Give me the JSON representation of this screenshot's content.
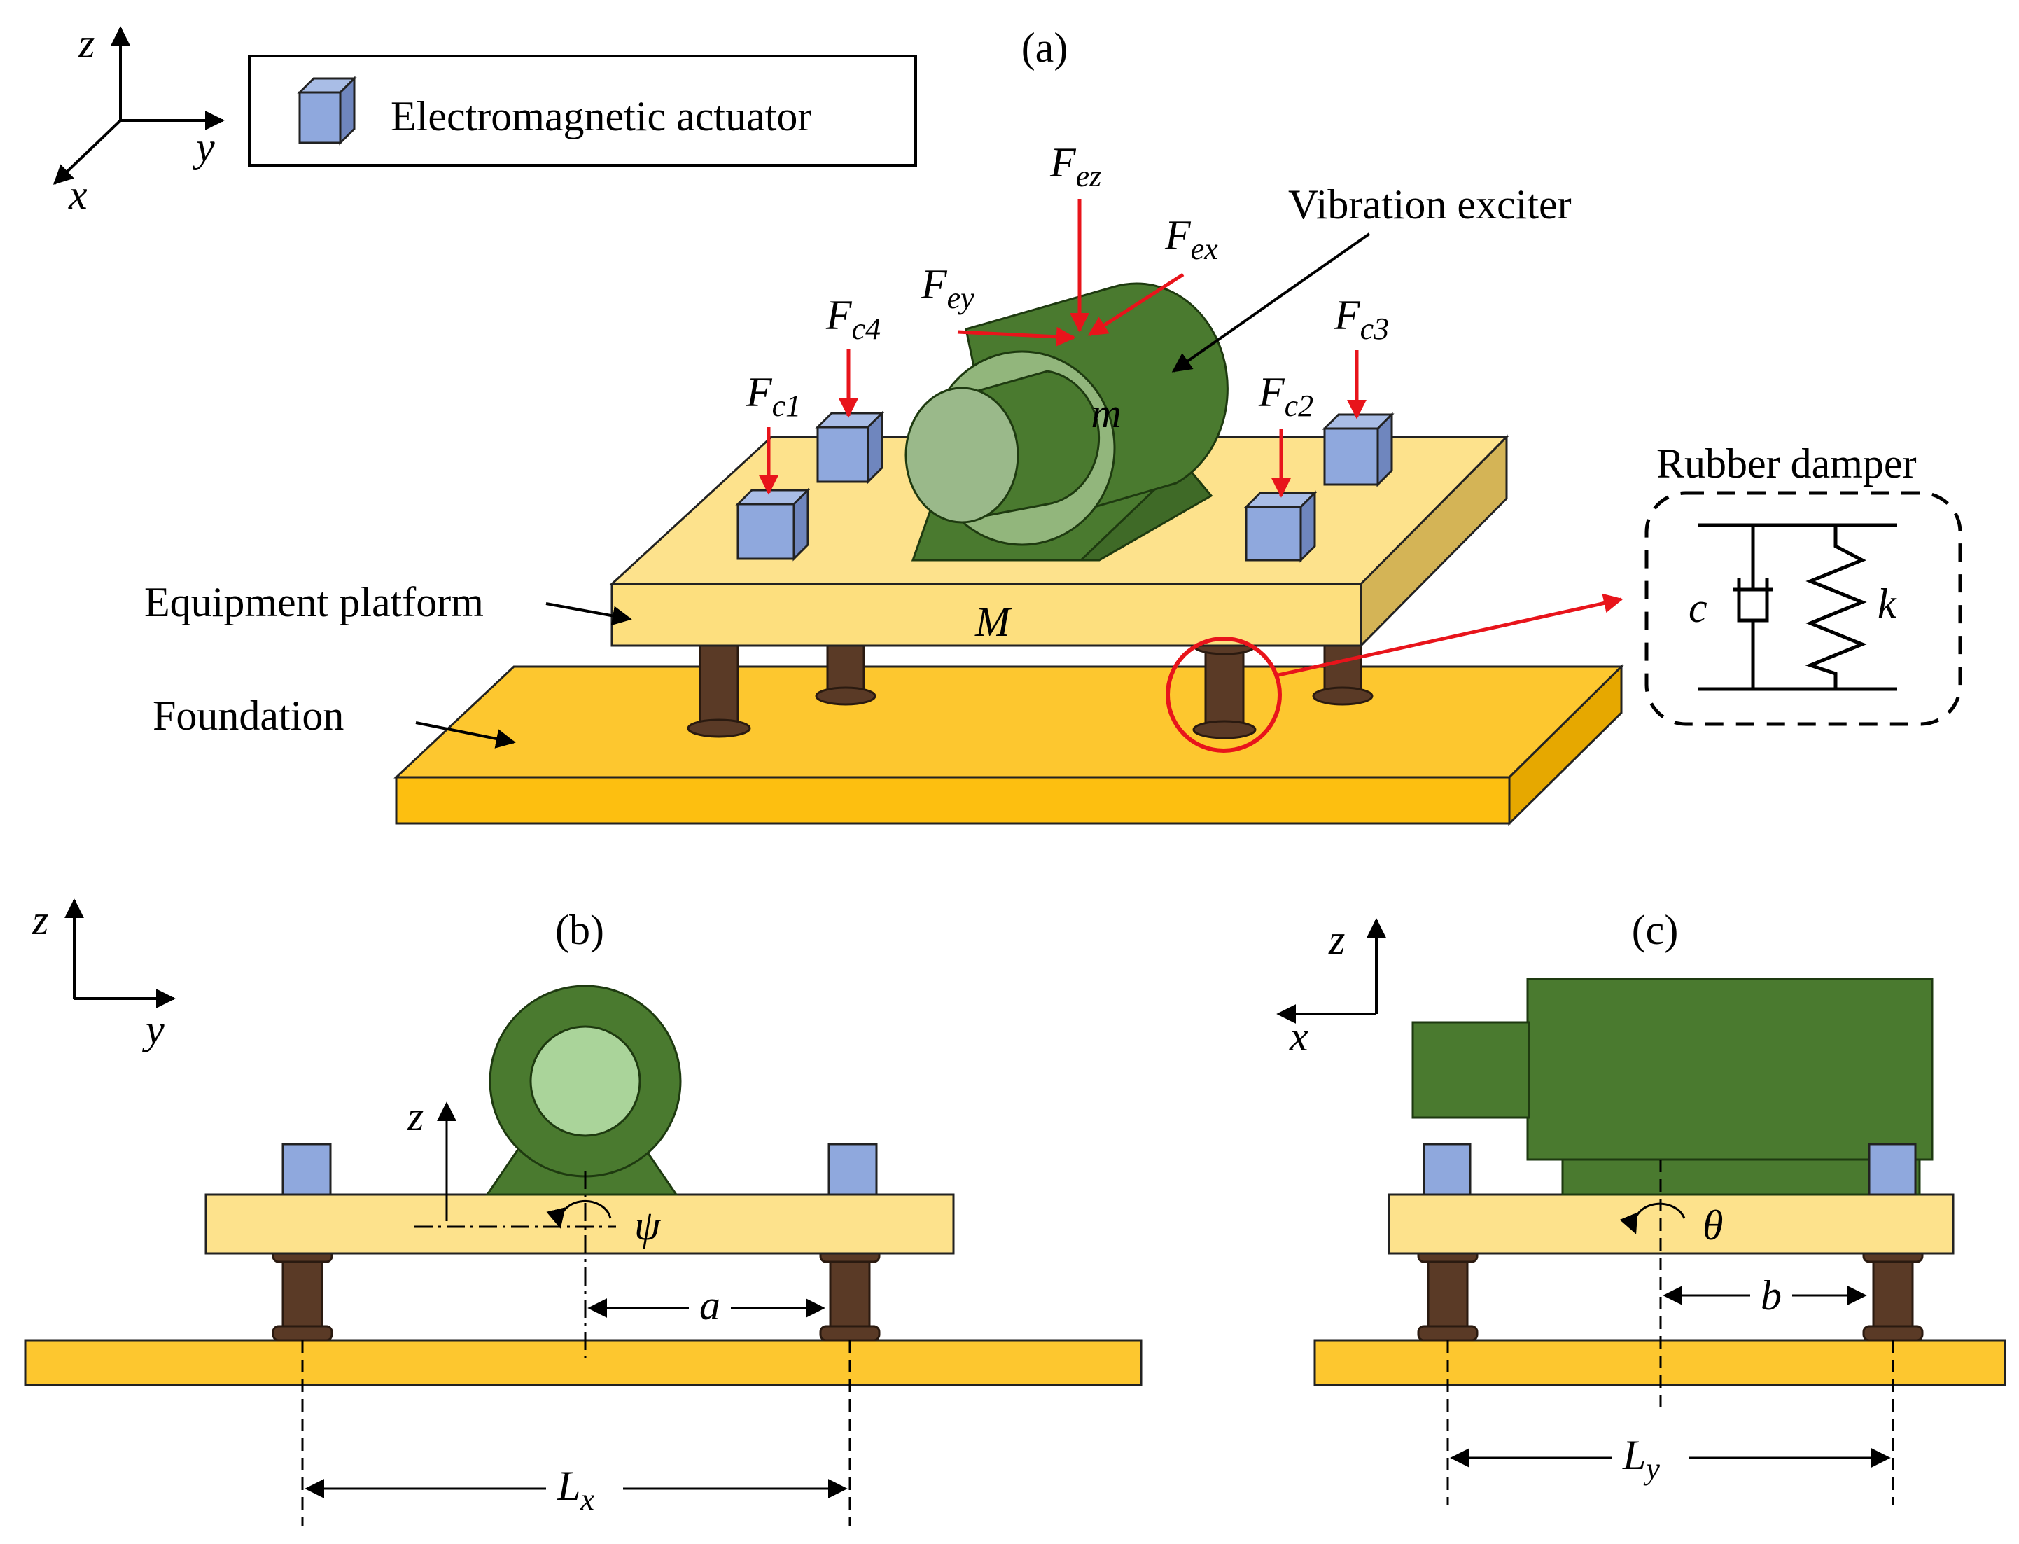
{
  "panels": {
    "a": "(a)",
    "b": "(b)",
    "c": "(c)"
  },
  "axes": {
    "x": "x",
    "y": "y",
    "z": "z"
  },
  "legend": {
    "actuator": "Electromagnetic actuator"
  },
  "labels": {
    "vibration_exciter": "Vibration exciter",
    "rubber_damper": "Rubber damper",
    "equipment_platform": "Equipment platform",
    "foundation": "Foundation",
    "motor_mass": "m",
    "platform_mass": "M",
    "damping": "c",
    "stiffness": "k",
    "psi": "ψ",
    "theta": "θ",
    "dim_a": "a",
    "dim_b": "b",
    "L": "L"
  },
  "forces": {
    "F": "F",
    "ez": "ez",
    "ex": "ex",
    "ey": "ey",
    "c1": "c1",
    "c2": "c2",
    "c3": "c3",
    "c4": "c4"
  },
  "dims": {
    "Lx_sub": "x",
    "Ly_sub": "y"
  },
  "colors": {
    "motor_dark": "#4a7a2f",
    "motor_mid": "#92b67c",
    "motor_light": "#aad49a",
    "platform_top": "#fde28c",
    "platform_side": "#d4b456",
    "foundation_top": "#fdc72f",
    "foundation_side": "#e6a800",
    "actuator": "#8fa8dd",
    "actuator_side": "#6f86be",
    "damper": "#5a3a26",
    "force_arrow": "#e8141b"
  }
}
